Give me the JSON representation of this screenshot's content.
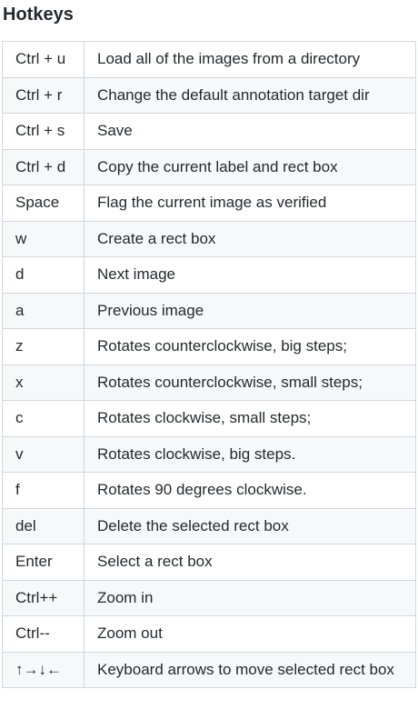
{
  "title": "Hotkeys",
  "rows": [
    {
      "key": "Ctrl + u",
      "description": "Load all of the images from a directory"
    },
    {
      "key": "Ctrl + r",
      "description": "Change the default annotation target dir"
    },
    {
      "key": "Ctrl + s",
      "description": "Save"
    },
    {
      "key": "Ctrl + d",
      "description": "Copy the current label and rect box"
    },
    {
      "key": "Space",
      "description": "Flag the current image as verified"
    },
    {
      "key": "w",
      "description": "Create a rect box"
    },
    {
      "key": "d",
      "description": "Next image"
    },
    {
      "key": "a",
      "description": "Previous image"
    },
    {
      "key": "z",
      "description": "Rotates counterclockwise, big steps;"
    },
    {
      "key": "x",
      "description": "Rotates counterclockwise, small steps;"
    },
    {
      "key": "c",
      "description": "Rotates clockwise, small steps;"
    },
    {
      "key": "v",
      "description": "Rotates clockwise, big steps."
    },
    {
      "key": "f",
      "description": "Rotates 90 degrees clockwise."
    },
    {
      "key": "del",
      "description": "Delete the selected rect box"
    },
    {
      "key": "Enter",
      "description": "Select a rect box"
    },
    {
      "key": "Ctrl++",
      "description": "Zoom in"
    },
    {
      "key": "Ctrl--",
      "description": "Zoom out"
    },
    {
      "key": "↑→↓←",
      "description": "Keyboard arrows to move selected rect box"
    }
  ]
}
